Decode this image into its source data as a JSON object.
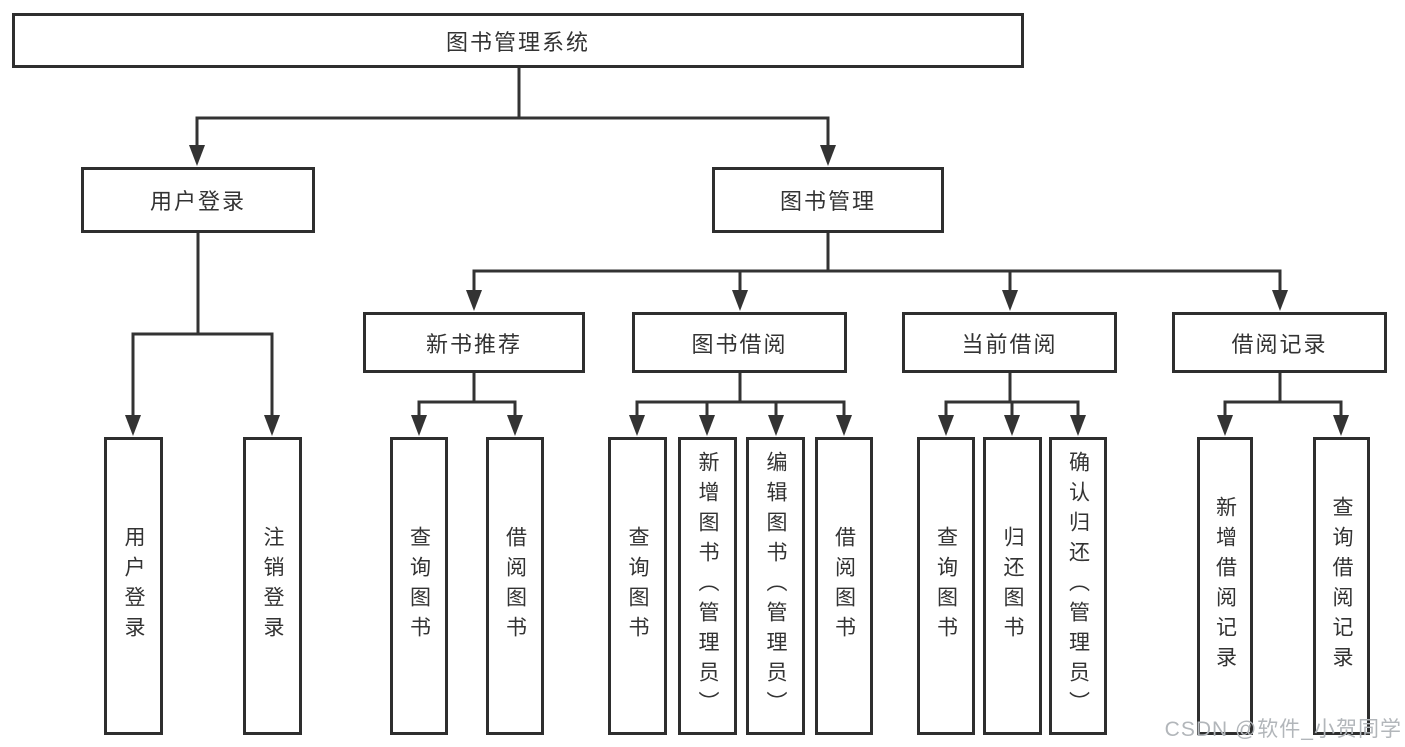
{
  "tree": {
    "root": {
      "label": "图书管理系统"
    },
    "user_login": {
      "label": "用户登录",
      "children": [
        {
          "label": "用户登录"
        },
        {
          "label": "注销登录"
        }
      ]
    },
    "book_management": {
      "label": "图书管理",
      "sections": [
        {
          "label": "新书推荐",
          "children": [
            {
              "label": "查询图书"
            },
            {
              "label": "借阅图书"
            }
          ]
        },
        {
          "label": "图书借阅",
          "children": [
            {
              "label": "查询图书"
            },
            {
              "label": "新增图书（管理员）"
            },
            {
              "label": "编辑图书（管理员）"
            },
            {
              "label": "借阅图书"
            }
          ]
        },
        {
          "label": "当前借阅",
          "children": [
            {
              "label": "查询图书"
            },
            {
              "label": "归还图书"
            },
            {
              "label": "确认归还（管理员）"
            }
          ]
        },
        {
          "label": "借阅记录",
          "children": [
            {
              "label": "新增借阅记录"
            },
            {
              "label": "查询借阅记录"
            }
          ]
        }
      ]
    }
  },
  "watermark": "CSDN @软件_小贺同学",
  "colors": {
    "line": "#333333",
    "border": "#2e2e2e",
    "text": "#333333",
    "watermark": "#b2b6ba",
    "background": "#ffffff"
  }
}
